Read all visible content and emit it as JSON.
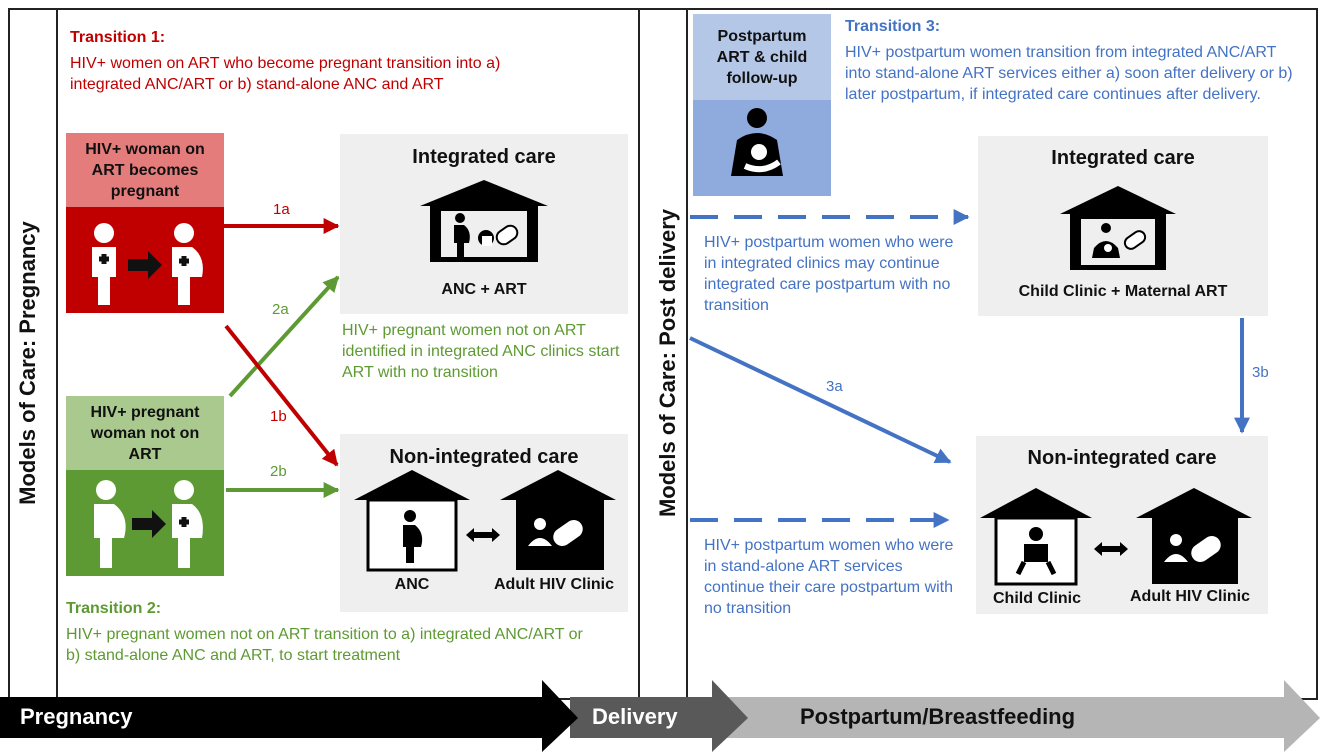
{
  "left_panel": {
    "vertical_title": "Models of Care: Pregnancy",
    "transition1": {
      "title": "Transition 1:",
      "body": "HIV+ women on ART who become pregnant transition into a) integrated ANC/ART or b) stand-alone ANC and ART"
    },
    "box_on_art": {
      "label": "HIV+ woman on ART becomes pregnant"
    },
    "box_not_on_art": {
      "label": "HIV+ pregnant woman not on ART"
    },
    "arrows": {
      "a1": "1a",
      "b1": "1b",
      "a2": "2a",
      "b2": "2b"
    },
    "integrated": {
      "title": "Integrated care",
      "label": "ANC + ART",
      "note": "HIV+ pregnant women not on ART identified in integrated ANC clinics start ART with no transition"
    },
    "non_integrated": {
      "title": "Non-integrated care",
      "anc_label": "ANC",
      "adult_label": "Adult HIV Clinic"
    },
    "transition2": {
      "title": "Transition 2:",
      "body": "HIV+ pregnant women not on ART transition to a) integrated ANC/ART or b) stand-alone ANC and ART, to start treatment"
    }
  },
  "right_panel": {
    "vertical_title": "Models of Care: Post delivery",
    "postpartum_box": {
      "label": "Postpartum ART & child follow-up"
    },
    "transition3": {
      "title": "Transition 3:",
      "body": "HIV+ postpartum women transition from integrated ANC/ART into stand-alone ART services either a) soon after delivery or b) later postpartum, if integrated care continues after delivery."
    },
    "note_integrated": "HIV+ postpartum women who were in integrated clinics may continue integrated care postpartum with no transition",
    "note_standalone": "HIV+ postpartum women who were in stand-alone ART services continue their care postpartum with no transition",
    "arrows": {
      "a3": "3a",
      "b3": "3b"
    },
    "integrated": {
      "title": "Integrated care",
      "label": "Child Clinic + Maternal ART"
    },
    "non_integrated": {
      "title": "Non-integrated care",
      "child_label": "Child Clinic",
      "adult_label": "Adult HIV Clinic"
    }
  },
  "timeline": {
    "pregnancy": "Pregnancy",
    "delivery": "Delivery",
    "postpartum": "Postpartum/Breastfeeding"
  },
  "colors": {
    "red": "#c00000",
    "light_red": "#e57c7c",
    "green": "#5e9a33",
    "light_green": "#a9c98f",
    "blue": "#4472c4",
    "light_blue": "#b4c7e7",
    "mid_blue": "#8faadc",
    "grey_box": "#efefef"
  }
}
